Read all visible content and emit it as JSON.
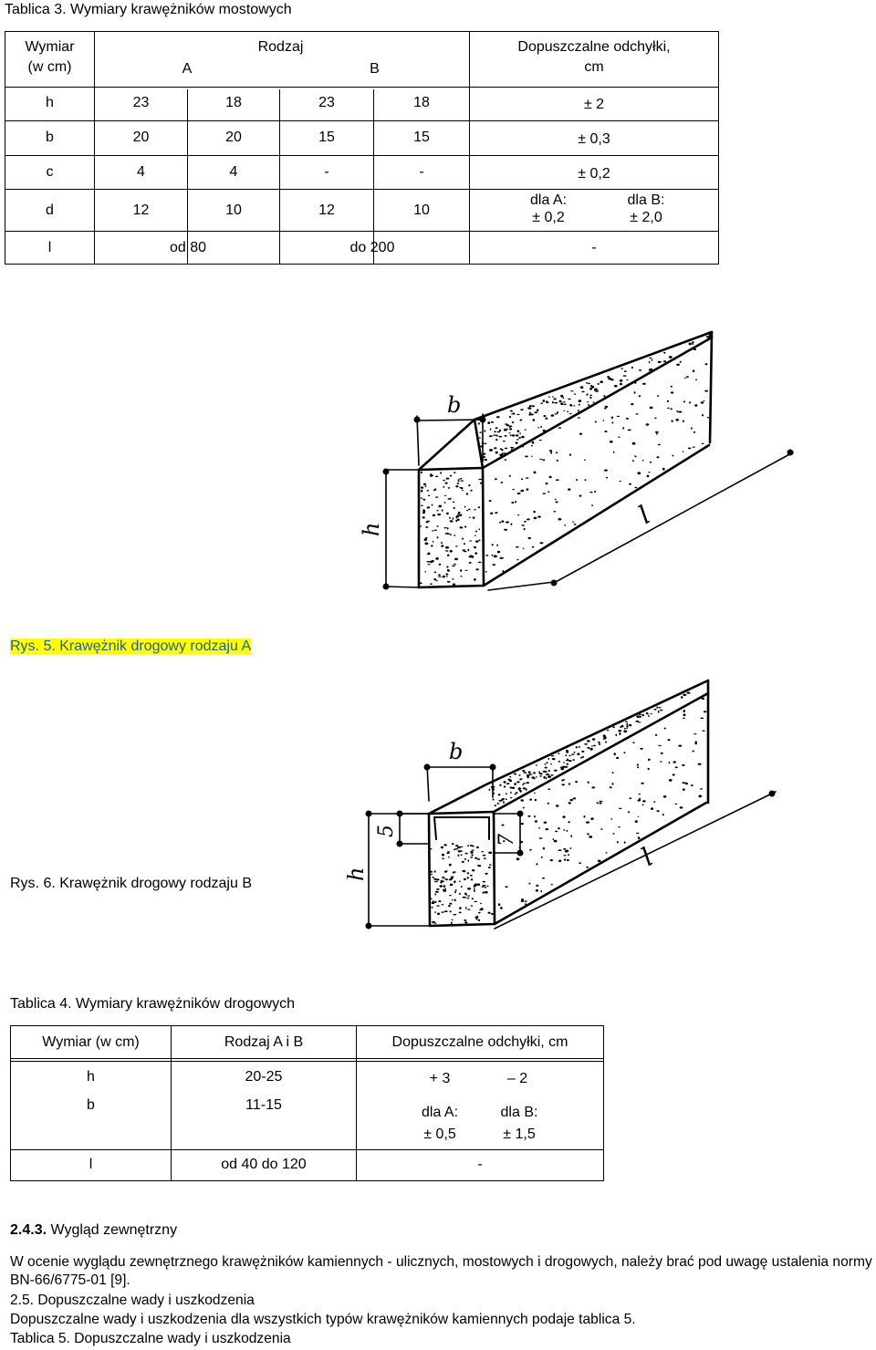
{
  "table3": {
    "caption": "Tablica 3. Wymiary krawężników mostowych",
    "header": {
      "wymiar_line1": "Wymiar",
      "wymiar_line2": "(w cm)",
      "rodzaj": "Rodzaj",
      "type_a": "A",
      "type_b": "B",
      "odchylki_line1": "Dopuszczalne odchyłki,",
      "odchylki_line2": "cm"
    },
    "rows": [
      {
        "label": "h",
        "a1": "23",
        "a2": "18",
        "b1": "23",
        "b2": "18",
        "tol": "± 2"
      },
      {
        "label": "b",
        "a1": "20",
        "a2": "20",
        "b1": "15",
        "b2": "15",
        "tol": "± 0,3"
      },
      {
        "label": "c",
        "a1": "4",
        "a2": "4",
        "b1": "-",
        "b2": "-",
        "tol": "± 0,2"
      },
      {
        "label": "d",
        "a1": "12",
        "a2": "10",
        "b1": "12",
        "b2": "10",
        "tol_a_label": "dla  A:",
        "tol_a": "± 0,2",
        "tol_b_label": "dla  B:",
        "tol_b": "± 2,0"
      }
    ],
    "row_l": {
      "label": "l",
      "from": "od   80",
      "to": "do   200",
      "tol": "-"
    }
  },
  "figure5": {
    "caption": "Rys. 5. Krawężnik drogowy rodzaju A",
    "dim_b": "b",
    "dim_h": "h",
    "dim_l": "l"
  },
  "figure6": {
    "caption": "Rys. 6. Krawężnik drogowy rodzaju B",
    "dim_b": "b",
    "dim_h": "h",
    "dim_l": "l",
    "dim_5": "5",
    "dim_7": "7"
  },
  "table4": {
    "caption": "Tablica 4. Wymiary krawężników drogowych",
    "header": {
      "wymiar": "Wymiar (w cm)",
      "rodzaj": "Rodzaj A i B",
      "odchylki": "Dopuszczalne odchyłki, cm"
    },
    "row_h": {
      "label": "h",
      "value": "20-25",
      "tol_plus": "+ 3",
      "tol_minus": "– 2"
    },
    "row_b": {
      "label": "b",
      "value": "11-15",
      "tol_a_label": "dla A:",
      "tol_a": "± 0,5",
      "tol_b_label": "dla B:",
      "tol_b": "± 1,5"
    },
    "row_l": {
      "label": "l",
      "value": "od 40 do 120",
      "tol": "-"
    }
  },
  "section": {
    "heading_number": "2.4.3.",
    "heading_text": "Wygląd zewnętrzny",
    "para1": "W ocenie wyglądu zewnętrznego krawężników kamiennych - ulicznych, mostowych i drogowych, należy brać pod uwagę ustalenia normy BN-66/6775-01 [9].",
    "heading2_number": "2.5.",
    "heading2_text": "Dopuszczalne wady i uszkodzenia",
    "para2": "Dopuszczalne wady i uszkodzenia dla wszystkich typów krawężników kamiennych podaje tablica 5.",
    "table5_caption": "Tablica 5. Dopuszczalne wady i uszkodzenia"
  },
  "colors": {
    "highlight_bg": "#ffff00",
    "highlight_text": "#1f5fa5"
  }
}
